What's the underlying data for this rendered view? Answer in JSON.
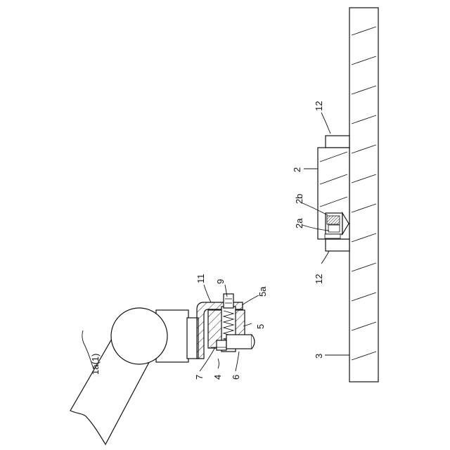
{
  "figure": {
    "labels": {
      "arm": "1a(1)",
      "bracket": "11",
      "spring": "9",
      "head": "5a",
      "holder": "5",
      "pin": "6",
      "unit": "4",
      "plunger": "7",
      "workpiece": "2",
      "hole_top": "2b",
      "hole_bottom": "2a",
      "clamp_top": "12",
      "clamp_bottom": "12",
      "table": "3"
    }
  }
}
